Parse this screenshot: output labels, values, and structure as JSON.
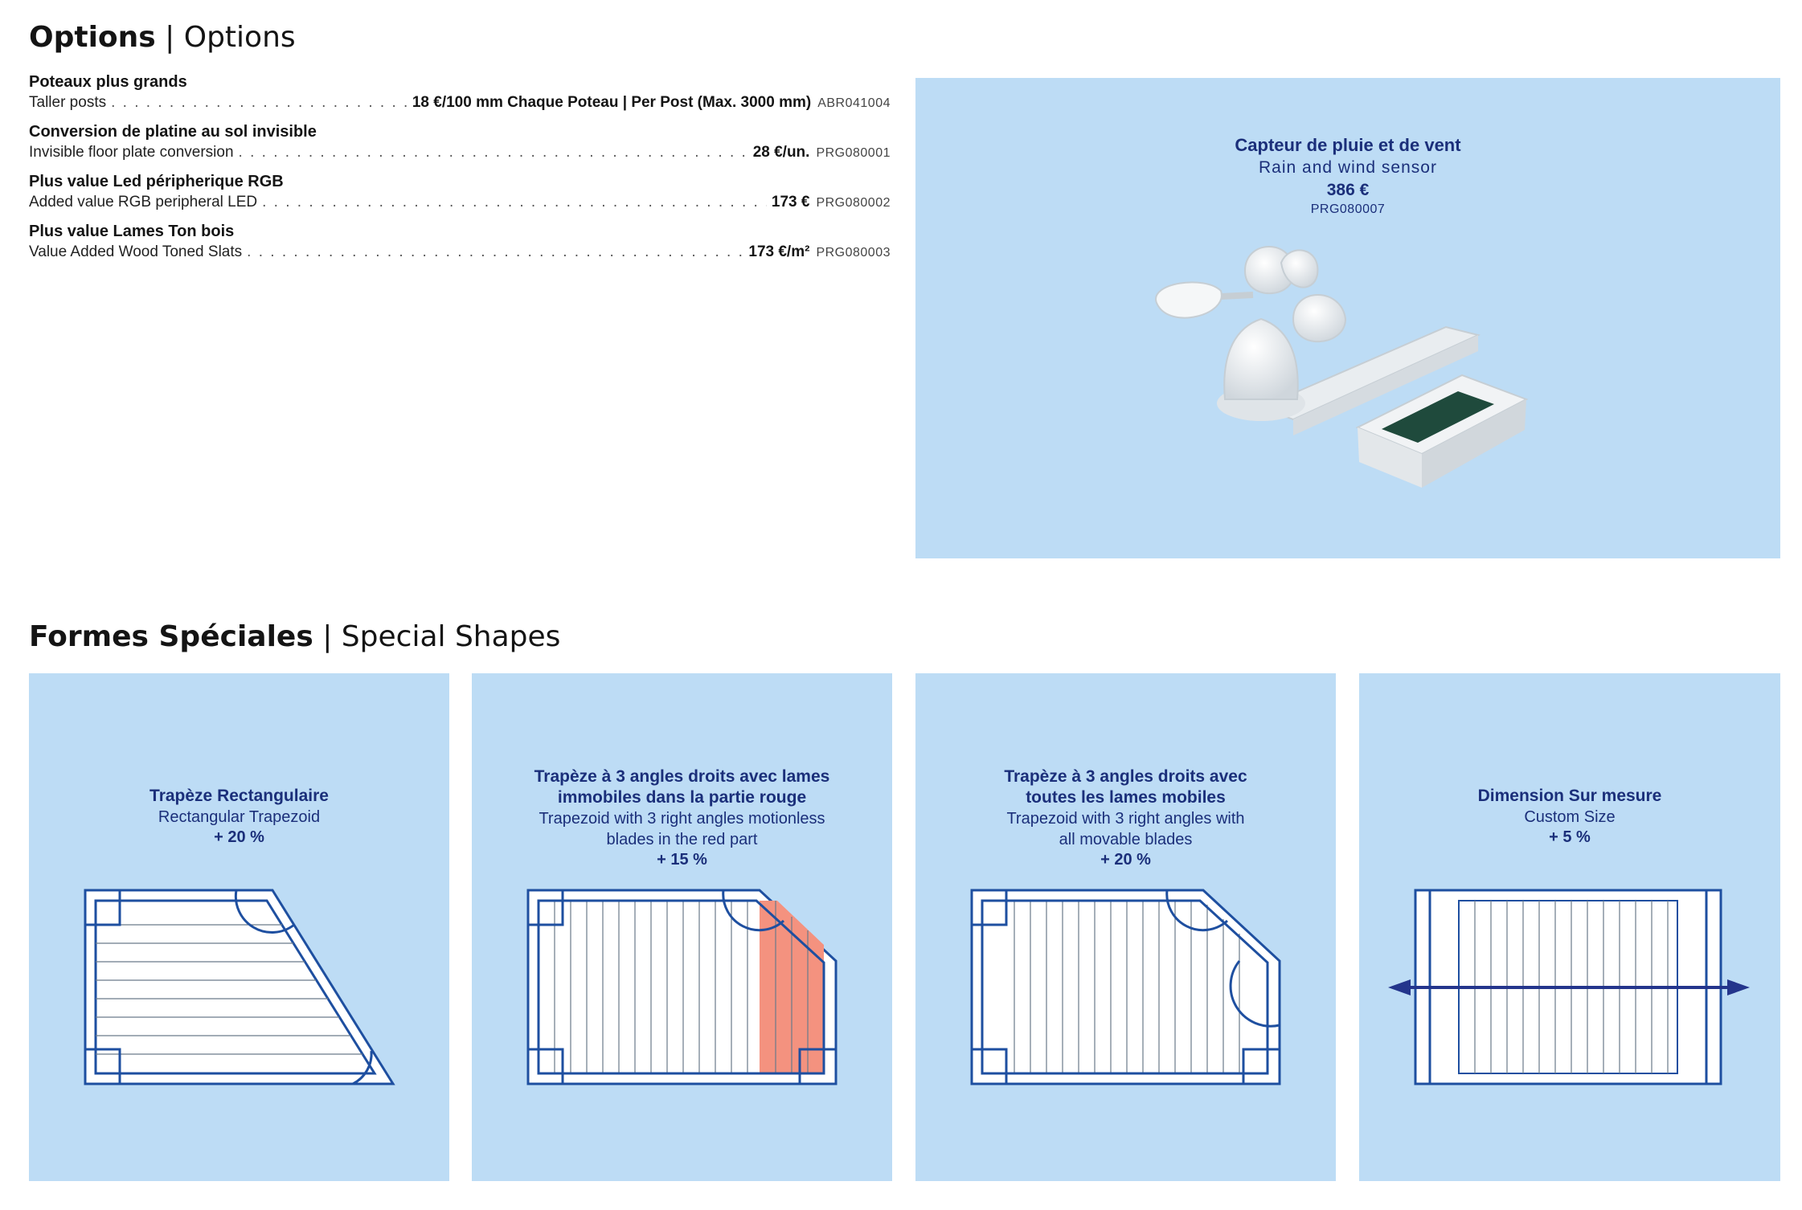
{
  "options_heading": {
    "fr": "Options",
    "separator": " | ",
    "en": "Options"
  },
  "options": [
    {
      "fr": "Poteaux plus grands",
      "en": "Taller posts",
      "price": "18 €/100 mm Chaque Poteau | Per Post (Max. 3000 mm)",
      "ref": "ABR041004"
    },
    {
      "fr": "Conversion de platine au sol invisible",
      "en": "Invisible floor plate conversion",
      "price": "28 €/un.",
      "ref": "PRG080001"
    },
    {
      "fr": "Plus value Led péripherique RGB",
      "en": "Added value RGB peripheral LED",
      "price": "173 €",
      "ref": "PRG080002"
    },
    {
      "fr": "Plus value Lames Ton bois",
      "en": "Value Added Wood Toned Slats",
      "price": "173 €/m²",
      "ref": "PRG080003"
    }
  ],
  "sensor": {
    "fr": "Capteur de pluie et de vent",
    "en": "Rain and wind sensor",
    "price": "386 €",
    "ref": "PRG080007",
    "image_icon": "rain-wind-sensor-device"
  },
  "shapes_heading": {
    "fr": "Formes Spéciales",
    "separator": " | ",
    "en": "Special Shapes"
  },
  "shapes": [
    {
      "fr": "Trapèze Rectangulaire",
      "en": "Rectangular Trapezoid",
      "pct": "+ 20 %"
    },
    {
      "fr1": "Trapèze à 3 angles droits avec lames",
      "fr2": "immobiles dans la partie rouge",
      "en1": "Trapezoid with 3 right angles motionless",
      "en2": "blades in the red part",
      "pct": "+ 15 %"
    },
    {
      "fr1": "Trapèze à 3 angles droits avec",
      "fr2": "toutes les lames mobiles",
      "en1": "Trapezoid with 3 right angles with",
      "en2": "all movable blades",
      "pct": "+ 20 %"
    },
    {
      "fr": "Dimension Sur mesure",
      "en": "Custom Size",
      "pct": "+ 5 %"
    }
  ],
  "colors": {
    "panel_bg": "#bddcf5",
    "diagram_stroke": "#1e4fa0",
    "label_text": "#1b2f7a",
    "fixed_blades": "#f4927f",
    "arrow": "#24358c"
  }
}
